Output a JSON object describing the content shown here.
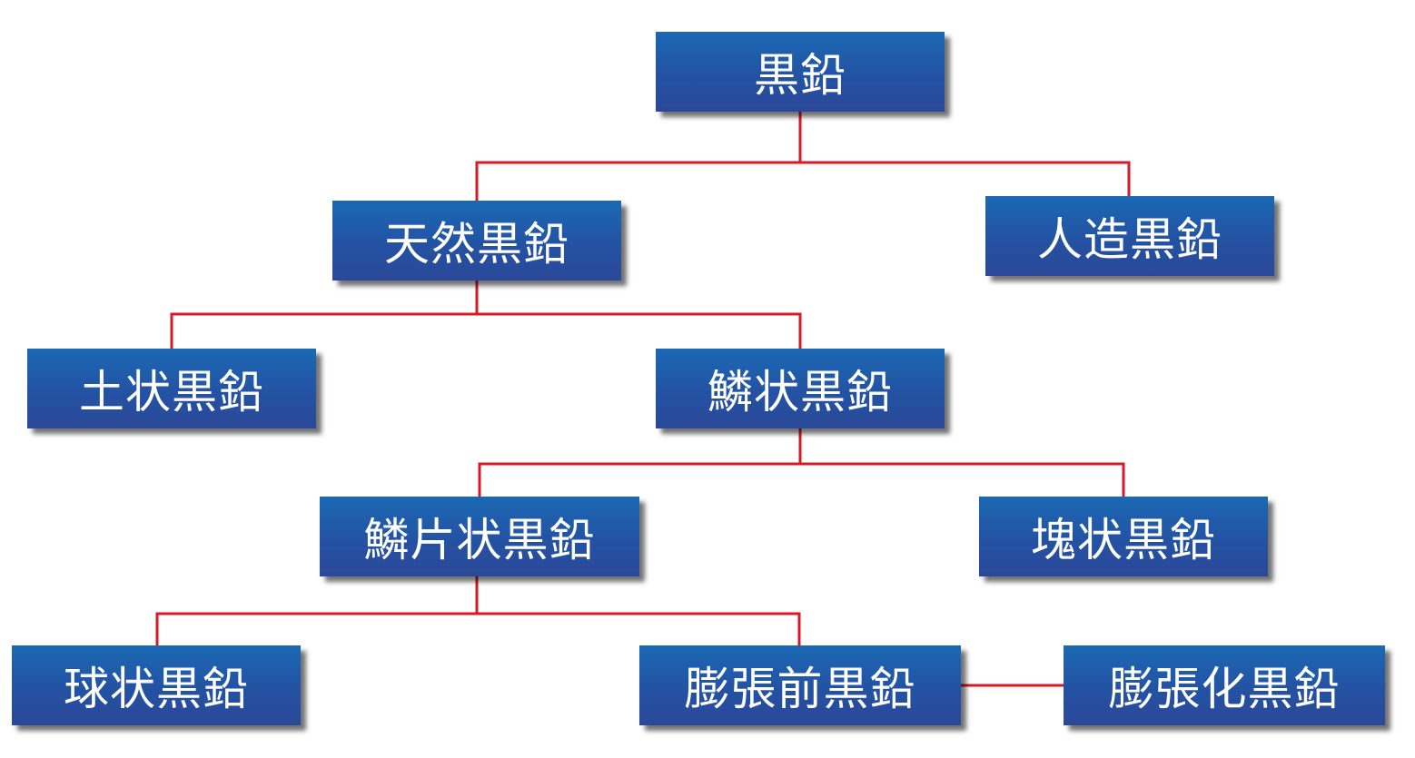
{
  "diagram": {
    "line_color": "#d71a2a",
    "box_color_top": "#1a69b4",
    "box_color_bottom": "#2b4898",
    "text_color": "#ffffff",
    "nodes": {
      "root": "黒鉛",
      "natural": "天然黒鉛",
      "artificial": "人造黒鉛",
      "amorphous": "土状黒鉛",
      "crystalline": "鱗状黒鉛",
      "flake": "鱗片状黒鉛",
      "vein": "塊状黒鉛",
      "spherical": "球状黒鉛",
      "pre_expanded": "膨張前黒鉛",
      "expanded": "膨張化黒鉛"
    }
  }
}
